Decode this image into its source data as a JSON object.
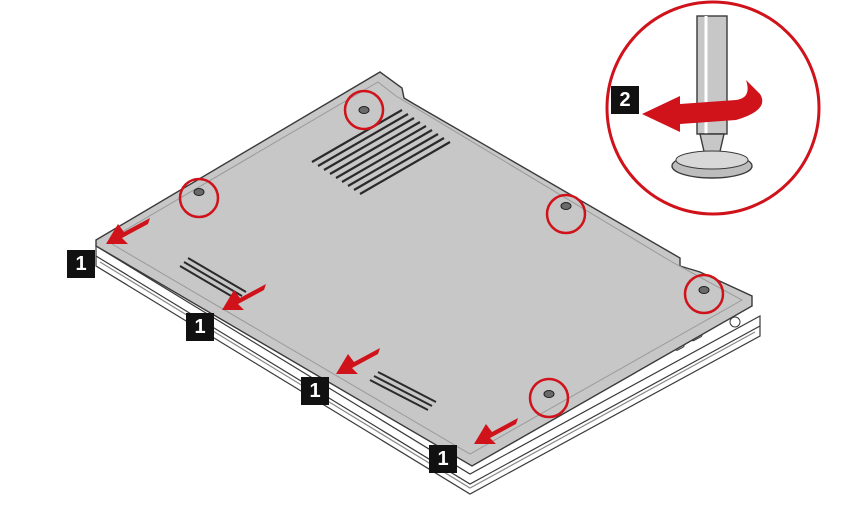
{
  "steps": [
    {
      "id": "release-latches",
      "label": "1"
    },
    {
      "id": "release-latches",
      "label": "1"
    },
    {
      "id": "release-latches",
      "label": "1"
    },
    {
      "id": "release-latches",
      "label": "1"
    },
    {
      "id": "loosen-screws",
      "label": "2"
    }
  ],
  "colors": {
    "cover": "#c7c7c7",
    "outline": "#3a3a3a",
    "accent_red": "#d0121b",
    "badge": "#111111",
    "badge_text": "#ffffff"
  },
  "icons": [
    "screwdriver-icon",
    "rotate-counterclockwise-arrow-icon",
    "slide-arrow-icon",
    "screw-icon"
  ]
}
